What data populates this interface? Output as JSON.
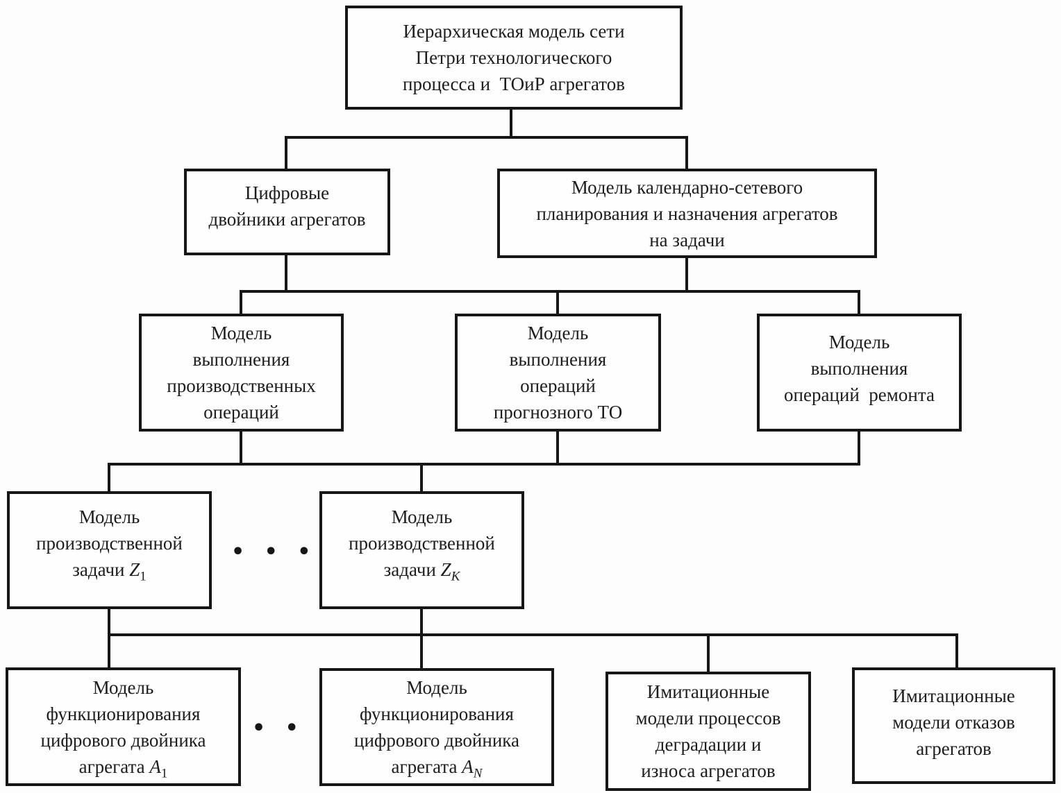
{
  "diagram": {
    "ellipsis": "• • •",
    "line_color": "#161616",
    "nodes": {
      "root": {
        "lines": [
          "Иерархическая модель сети",
          "Петри технологического",
          "процесса и  ТОиР агрегатов"
        ]
      },
      "digital_twins": {
        "lines": [
          "Цифровые",
          "двойники агрегатов"
        ]
      },
      "planning": {
        "lines": [
          "Модель календарно-сетевого",
          "планирования и назначения агрегатов",
          "на задачи"
        ]
      },
      "production_ops": {
        "lines": [
          "Модель",
          "выполнения",
          "производственных",
          "операций"
        ]
      },
      "predictive_maintenance_ops": {
        "lines": [
          "Модель",
          "выполнения",
          "операций",
          "прогнозного ТО"
        ]
      },
      "repair_ops": {
        "lines": [
          "Модель",
          "выполнения",
          "операций  ремонта"
        ]
      },
      "task_1": {
        "lines": [
          "Модель",
          "производственной"
        ],
        "formula": {
          "pre": "задачи ",
          "var": "Z",
          "sub": "1"
        }
      },
      "task_K": {
        "lines": [
          "Модель",
          "производственной"
        ],
        "formula": {
          "pre": "задачи ",
          "var": "Z",
          "sub": "K"
        }
      },
      "twin_1": {
        "lines": [
          "Модель",
          "функционирования",
          "цифрового двойника"
        ],
        "formula": {
          "pre": "агрегата ",
          "var": "A",
          "sub": "1"
        }
      },
      "twin_N": {
        "lines": [
          "Модель",
          "функционирования",
          "цифрового двойника"
        ],
        "formula": {
          "pre": "агрегата ",
          "var": "A",
          "sub": "N"
        }
      },
      "degradation": {
        "lines": [
          "Имитационные",
          "модели процессов",
          "деградации и",
          "износа агрегатов"
        ]
      },
      "failures": {
        "lines": [
          "Имитационные",
          "модели отказов",
          "агрегатов"
        ]
      }
    }
  }
}
